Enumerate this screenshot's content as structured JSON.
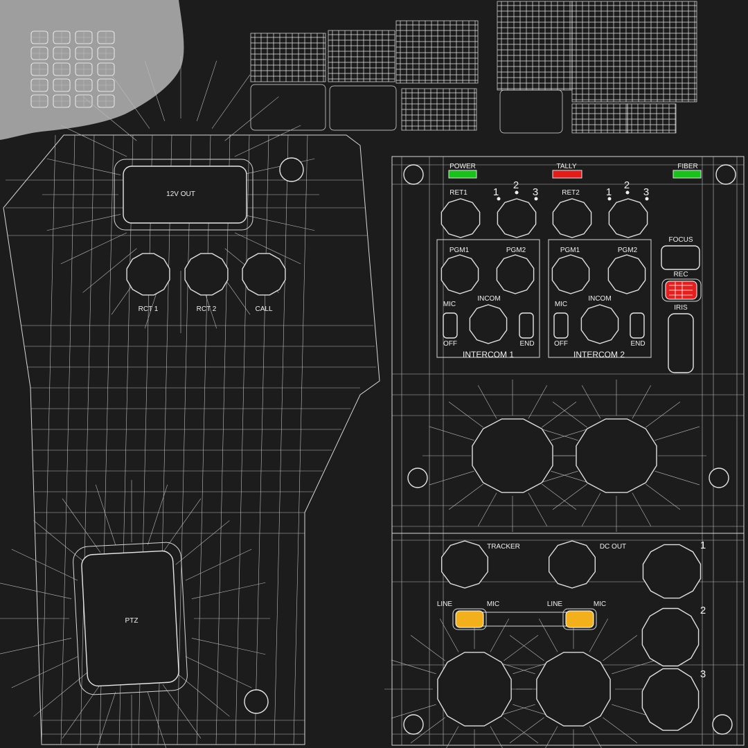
{
  "colors": {
    "background": "#1c1c1c",
    "wire": "#d8d8d8",
    "grey_patch": "#9e9e9e",
    "led_green": "#18c21a",
    "led_red": "#e21b1b",
    "rec_button": "#e32020",
    "switch_amber": "#f2b01c"
  },
  "left_panel": {
    "out_label": "12V OUT",
    "buttons": [
      "RCT 1",
      "RCT 2",
      "CALL"
    ],
    "ptz_label": "PTZ"
  },
  "right_panel": {
    "leds": [
      "POWER",
      "TALLY",
      "FIBER"
    ],
    "ret1": "RET1",
    "ret2": "RET2",
    "ret_positions": [
      "1",
      "2",
      "3"
    ],
    "pgm1": "PGM1",
    "pgm2": "PGM2",
    "mic": "MIC",
    "incom": "INCOM",
    "off": "OFF",
    "end": "END",
    "intercom1": "INTERCOM 1",
    "intercom2": "INTERCOM 2",
    "focus": "FOCUS",
    "rec": "REC",
    "iris": "IRIS",
    "tracker": "TRACKER",
    "dc_out": "DC OUT",
    "line": "LINE",
    "mic_sw": "MIC",
    "connector_numbers": [
      "1",
      "2",
      "3"
    ]
  }
}
